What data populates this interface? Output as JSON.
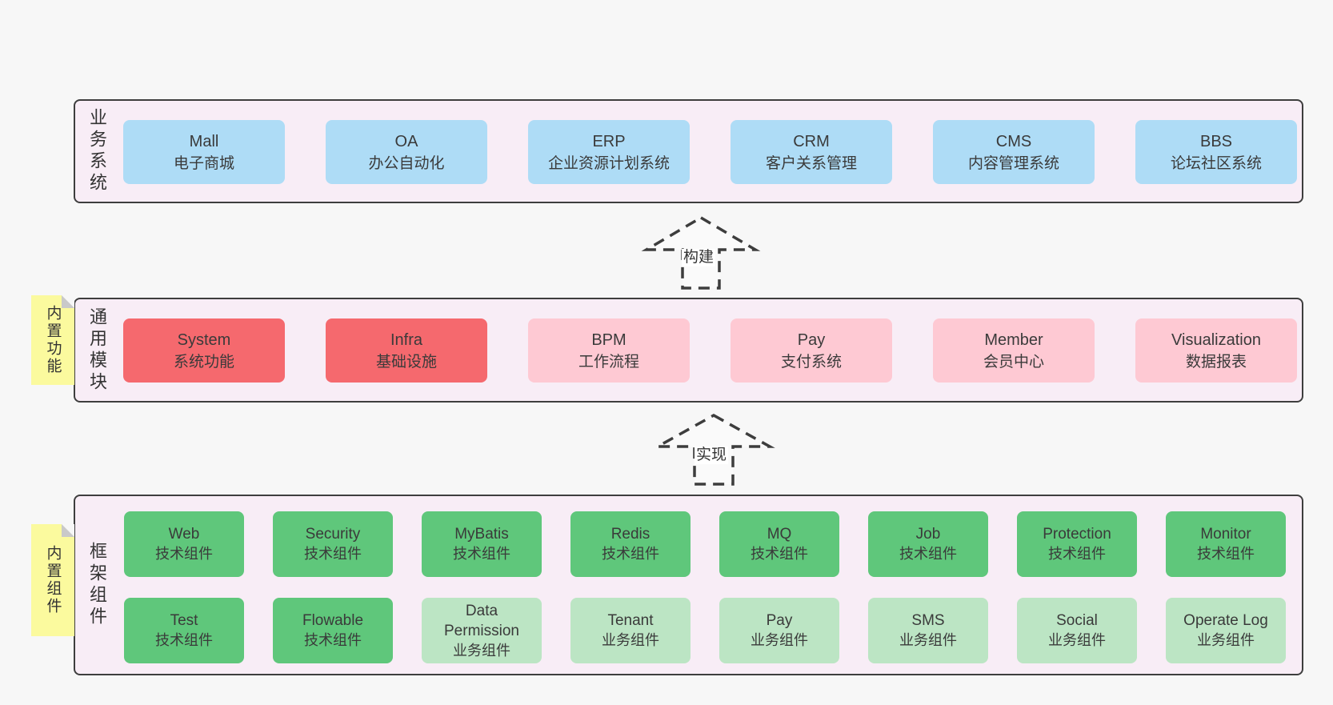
{
  "colors": {
    "page_bg": "#f7f7f7",
    "container_bg": "#f8edf6",
    "container_border": "#3e3e3e",
    "blue_box": "#aedcf6",
    "red_box": "#f5696e",
    "pink_box": "#fec9d3",
    "green_dark_box": "#5fc77b",
    "green_light_box": "#bce5c4",
    "note_yellow": "#fbfa9e",
    "text": "#3a3a3a"
  },
  "sections": {
    "business": {
      "label": "业务系统",
      "items": [
        {
          "name": "Mall",
          "desc": "电子商城"
        },
        {
          "name": "OA",
          "desc": "办公自动化"
        },
        {
          "name": "ERP",
          "desc": "企业资源计划系统"
        },
        {
          "name": "CRM",
          "desc": "客户关系管理"
        },
        {
          "name": "CMS",
          "desc": "内容管理系统"
        },
        {
          "name": "BBS",
          "desc": "论坛社区系统"
        }
      ]
    },
    "modules": {
      "label": "通用模块",
      "note": "内置功能",
      "items": [
        {
          "name": "System",
          "desc": "系统功能",
          "variant": "red"
        },
        {
          "name": "Infra",
          "desc": "基础设施",
          "variant": "red"
        },
        {
          "name": "BPM",
          "desc": "工作流程",
          "variant": "pink"
        },
        {
          "name": "Pay",
          "desc": "支付系统",
          "variant": "pink"
        },
        {
          "name": "Member",
          "desc": "会员中心",
          "variant": "pink"
        },
        {
          "name": "Visualization",
          "desc": "数据报表",
          "variant": "pink"
        }
      ]
    },
    "framework": {
      "label": "框架组件",
      "note": "内置组件",
      "row1": [
        {
          "name": "Web",
          "desc": "技术组件",
          "variant": "dark"
        },
        {
          "name": "Security",
          "desc": "技术组件",
          "variant": "dark"
        },
        {
          "name": "MyBatis",
          "desc": "技术组件",
          "variant": "dark"
        },
        {
          "name": "Redis",
          "desc": "技术组件",
          "variant": "dark"
        },
        {
          "name": "MQ",
          "desc": "技术组件",
          "variant": "dark"
        },
        {
          "name": "Job",
          "desc": "技术组件",
          "variant": "dark"
        },
        {
          "name": "Protection",
          "desc": "技术组件",
          "variant": "dark"
        },
        {
          "name": "Monitor",
          "desc": "技术组件",
          "variant": "dark"
        }
      ],
      "row2": [
        {
          "name": "Test",
          "desc": "技术组件",
          "variant": "dark"
        },
        {
          "name": "Flowable",
          "desc": "技术组件",
          "variant": "dark"
        },
        {
          "name": "Data Permission",
          "desc": "业务组件",
          "variant": "light"
        },
        {
          "name": "Tenant",
          "desc": "业务组件",
          "variant": "light"
        },
        {
          "name": "Pay",
          "desc": "业务组件",
          "variant": "light"
        },
        {
          "name": "SMS",
          "desc": "业务组件",
          "variant": "light"
        },
        {
          "name": "Social",
          "desc": "业务组件",
          "variant": "light"
        },
        {
          "name": "Operate Log",
          "desc": "业务组件",
          "variant": "light"
        }
      ]
    }
  },
  "arrows": {
    "build": {
      "label": "构建"
    },
    "implement": {
      "label": "实现"
    }
  }
}
